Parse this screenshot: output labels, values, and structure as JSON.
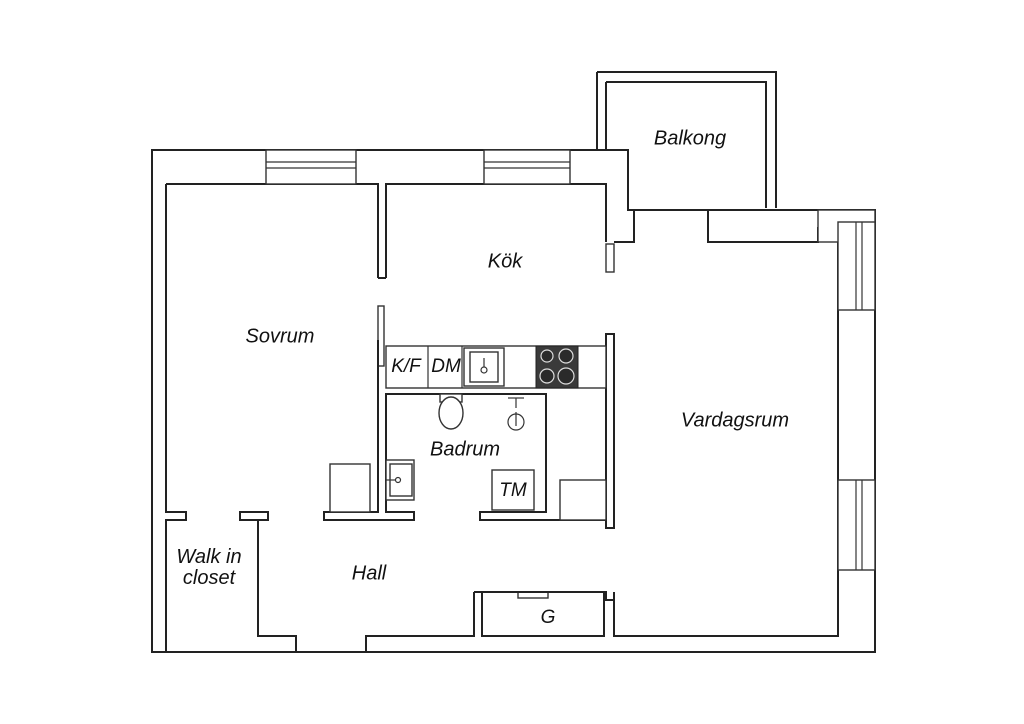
{
  "rooms": {
    "balkong": "Balkong",
    "kok": "Kök",
    "sovrum": "Sovrum",
    "vardagsrum": "Vardagsrum",
    "badrum": "Badrum",
    "hall": "Hall",
    "walk_in_closet": "Walk in\ncloset",
    "garderob": "G"
  },
  "fixtures": {
    "fridge_freezer": "K/F",
    "dishwasher": "DM",
    "washing_machine": "TM"
  }
}
